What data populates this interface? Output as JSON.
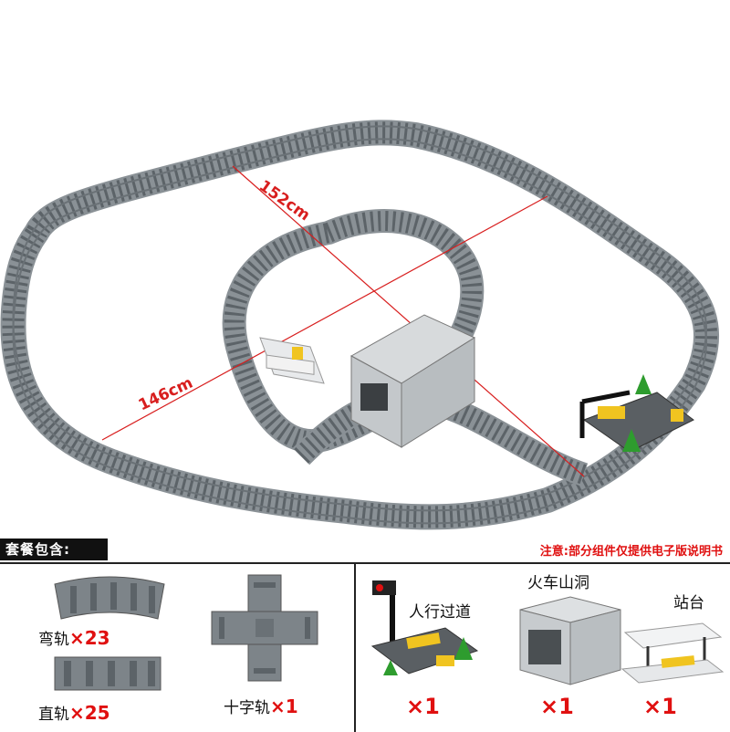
{
  "dimensions": {
    "short_side": "146cm",
    "long_side": "152cm"
  },
  "package": {
    "title": "套餐包含:",
    "note": "注意:部分组件仅提供电子版说明书",
    "items": [
      {
        "name": "弯轨",
        "qty": "×23"
      },
      {
        "name": "直轨",
        "qty": "×25"
      },
      {
        "name": "十字轨",
        "qty": "×1"
      },
      {
        "name": "人行过道",
        "qty": "×1"
      },
      {
        "name": "火车山洞",
        "qty": "×1"
      },
      {
        "name": "站台",
        "qty": "×1"
      }
    ]
  },
  "colors": {
    "track": "#7d8489",
    "sleeper": "#8e959a",
    "rail": "#5f666b",
    "accent": "#e01010"
  }
}
